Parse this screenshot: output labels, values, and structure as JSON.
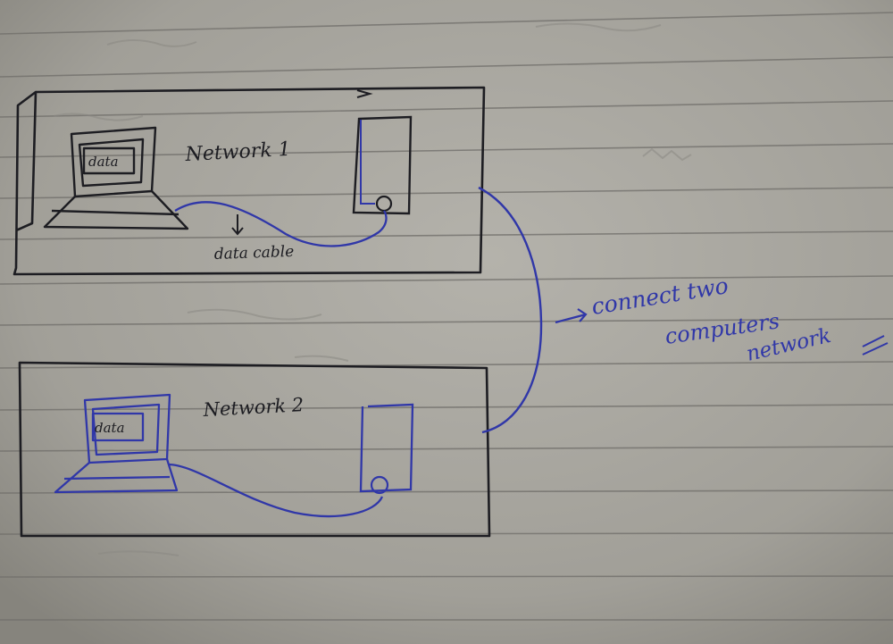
{
  "diagram": {
    "network1": {
      "label": "Network 1",
      "screen_text": "data"
    },
    "network2": {
      "label": "Network 2",
      "screen_text": "data"
    },
    "cable_label": "data cable",
    "note_lines": [
      "connect two",
      "computers",
      "network"
    ],
    "ink": {
      "pencil": "#1d1d22",
      "pen": "#3037a8",
      "paper": "#a7a59e"
    }
  }
}
